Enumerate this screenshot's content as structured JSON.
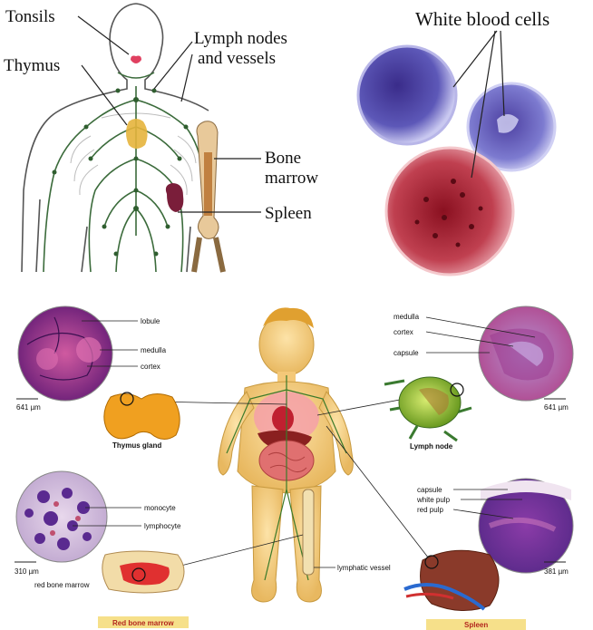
{
  "top_left": {
    "labels": {
      "tonsils": "Tonsils",
      "thymus": "Thymus",
      "lymph_nodes_line1": "Lymph nodes",
      "lymph_nodes_line2": "and vessels",
      "bone_marrow_line1": "Bone",
      "bone_marrow_line2": "marrow",
      "spleen": "Spleen"
    }
  },
  "top_right": {
    "labels": {
      "white_blood_cells": "White blood cells"
    }
  },
  "bottom": {
    "thymus_circle": {
      "lobule": "lobule",
      "medulla": "medulla",
      "cortex": "cortex",
      "scale": "641 µm"
    },
    "thymus_caption": "Thymus gland",
    "lymph_circle": {
      "medulla": "medulla",
      "cortex": "cortex",
      "capsule": "capsule",
      "scale": "641 µm"
    },
    "lymph_caption": "Lymph node",
    "marrow_circle": {
      "monocyte": "monocyte",
      "lymphocyte": "lymphocyte",
      "scale": "310 µm"
    },
    "marrow_label": "red bone marrow",
    "marrow_caption": "Red bone marrow",
    "vessel_label": "lymphatic vessel",
    "spleen_circle": {
      "capsule": "capsule",
      "white_pulp": "white pulp",
      "red_pulp": "red pulp",
      "scale": "381 µm"
    },
    "spleen_caption": "Spleen"
  },
  "colors": {
    "caption_bar": "#f6e08a",
    "caption_text": "#b3261e",
    "lymph_green": "#3b6b3b",
    "thymus_orange": "#f0a020",
    "wbc_blue": "#6b68c4",
    "wbc_red": "#b83040"
  }
}
